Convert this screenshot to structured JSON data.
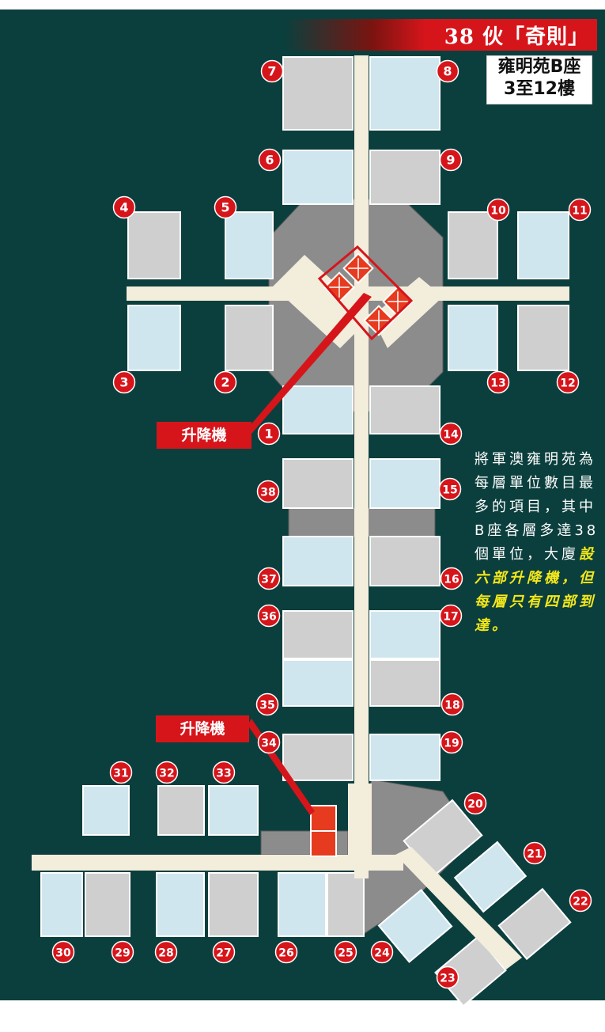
{
  "title": "38 伙「奇則」",
  "subtitle": {
    "line1": "雍明苑B座",
    "line2": "3至12樓"
  },
  "description": {
    "plain": "將軍澳雍明苑為每層單位數目最多的項目，其中B座各層多達38個單位，大廈",
    "highlight": "設六部升降機，但每層只有四部到達。"
  },
  "callouts": {
    "lift_top": "升降機",
    "lift_bottom": "升降機"
  },
  "unit_numbers": [
    "1",
    "2",
    "3",
    "4",
    "5",
    "6",
    "7",
    "8",
    "9",
    "10",
    "11",
    "12",
    "13",
    "14",
    "15",
    "16",
    "17",
    "18",
    "19",
    "20",
    "21",
    "22",
    "23",
    "24",
    "25",
    "26",
    "27",
    "28",
    "29",
    "30",
    "31",
    "32",
    "33",
    "34",
    "35",
    "36",
    "37",
    "38"
  ],
  "colors": {
    "background": "#0b3f3d",
    "accent_red": "#d6151b",
    "unit_blue": "#cfe6ef",
    "unit_grey": "#cfcfcf",
    "corridor": "#f3eddc",
    "highlight_yellow": "#f4e81a"
  }
}
